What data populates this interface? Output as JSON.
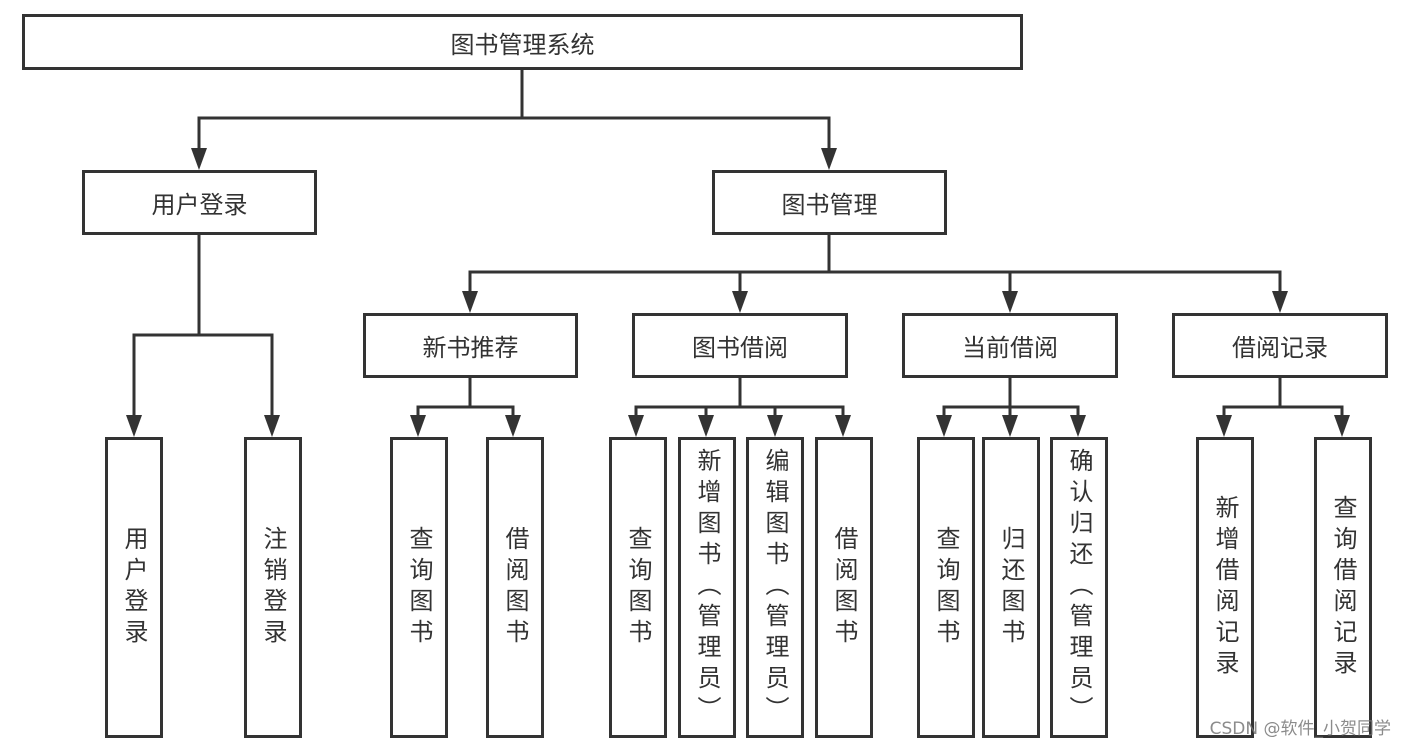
{
  "diagram": {
    "root": "图书管理系统",
    "branches": [
      {
        "label": "用户登录",
        "children": [
          {
            "label": "用户登录",
            "leaves": []
          }
        ],
        "leaves": [
          "用户登录",
          "注销登录"
        ]
      },
      {
        "label": "图书管理",
        "groups": [
          {
            "label": "新书推荐",
            "leaves": [
              "查询图书",
              "借阅图书"
            ]
          },
          {
            "label": "图书借阅",
            "leaves": [
              "查询图书",
              "新增图书（管理员）",
              "编辑图书（管理员）",
              "借阅图书"
            ]
          },
          {
            "label": "当前借阅",
            "leaves": [
              "查询图书",
              "归还图书",
              "确认归还（管理员）"
            ]
          },
          {
            "label": "借阅记录",
            "leaves": [
              "新增借阅记录",
              "查询借阅记录"
            ]
          }
        ]
      }
    ]
  },
  "watermark": "CSDN @软件_小贺同学",
  "colors": {
    "line": "#333333",
    "text": "#333333",
    "background": "#ffffff"
  }
}
